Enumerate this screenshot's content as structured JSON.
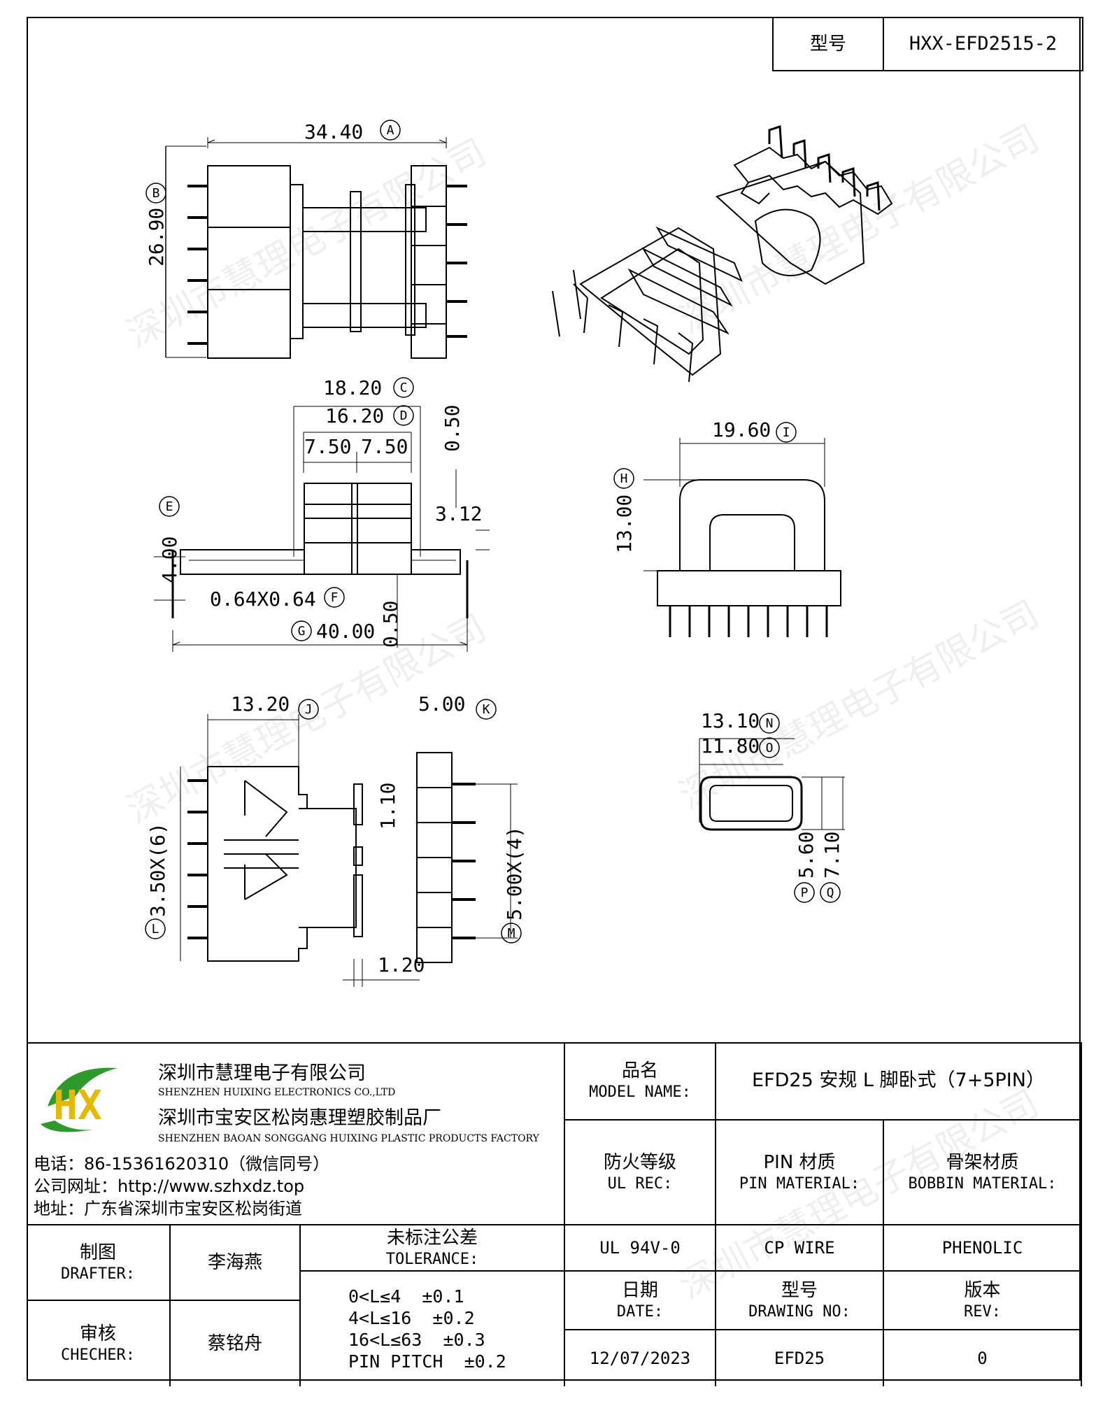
{
  "header": {
    "model_label": "型号",
    "model_value": "HXX-EFD2515-2"
  },
  "watermark_text": "深圳市慧理电子有限公司",
  "dimensions": {
    "A": {
      "value": "34.40",
      "letter": "A"
    },
    "B": {
      "value": "26.90",
      "letter": "B"
    },
    "C": {
      "value": "18.20",
      "letter": "C"
    },
    "D": {
      "value": "16.20",
      "letter": "D"
    },
    "E": {
      "value": "4.00",
      "letter": "E"
    },
    "F": {
      "value": "0.64X0.64",
      "letter": "F"
    },
    "G": {
      "value": "40.00",
      "letter": "G"
    },
    "H": {
      "value": "13.00",
      "letter": "H"
    },
    "I": {
      "value": "19.60",
      "letter": "I"
    },
    "J": {
      "value": "13.20",
      "letter": "J"
    },
    "K": {
      "value": "5.00",
      "letter": "K"
    },
    "L": {
      "value": "3.50X(6)",
      "letter": "L"
    },
    "M": {
      "value": "5.00X(4)",
      "letter": "M"
    },
    "N": {
      "value": "13.10",
      "letter": "N"
    },
    "O": {
      "value": "11.80",
      "letter": "O"
    },
    "P": {
      "value": "5.60",
      "letter": "P"
    },
    "Q": {
      "value": "7.10",
      "letter": "Q"
    },
    "misc": {
      "d750a": "7.50",
      "d750b": "7.50",
      "d050a": "0.50",
      "d050b": "0.50",
      "d312": "3.12",
      "d110": "1.10",
      "d120": "1.20"
    }
  },
  "company": {
    "logo_letters": "HX",
    "name_cn": "深圳市慧理电子有限公司",
    "name_en": "SHENZHEN HUIXING ELECTRONICS CO.,LTD",
    "factory_cn": "深圳市宝安区松岗惠理塑胶制品厂",
    "factory_en": "SHENZHEN BAOAN SONGGANG HUIXING PLASTIC PRODUCTS FACTORY",
    "phone": "电话：86-15361620310（微信同号）",
    "website": "公司网址：http://www.szhxdz.top",
    "address": "地址：广东省深圳市宝安区松岗街道"
  },
  "title_block": {
    "model_name_cn": "品名",
    "model_name_en": "MODEL NAME:",
    "model_name_value": "EFD25 安规 L 脚卧式（7+5PIN）",
    "ul_rec_cn": "防火等级",
    "ul_rec_en": "UL REC:",
    "ul_rec_value": "UL 94V-0",
    "pin_mat_cn": "PIN 材质",
    "pin_mat_en": "PIN MATERIAL:",
    "pin_mat_value": "CP WIRE",
    "bobbin_mat_cn": "骨架材质",
    "bobbin_mat_en": "BOBBIN MATERIAL:",
    "bobbin_mat_value": "PHENOLIC",
    "drafter_cn": "制图",
    "drafter_en": "DRAFTER:",
    "drafter_value": "李海燕",
    "checker_cn": "审核",
    "checker_en": "CHECHER:",
    "checker_value": "蔡铭舟",
    "tolerance_cn": "未标注公差",
    "tolerance_en": "TOLERANCE:",
    "tolerance_lines": [
      "0<L≤4  ±0.1",
      "4<L≤16  ±0.2",
      "16<L≤63  ±0.3",
      "PIN PITCH  ±0.2"
    ],
    "date_cn": "日期",
    "date_en": "DATE:",
    "date_value": "12/07/2023",
    "drawing_no_cn": "型号",
    "drawing_no_en": "DRAWING NO:",
    "drawing_no_value": "EFD25",
    "rev_cn": "版本",
    "rev_en": "REV:",
    "rev_value": "0"
  }
}
